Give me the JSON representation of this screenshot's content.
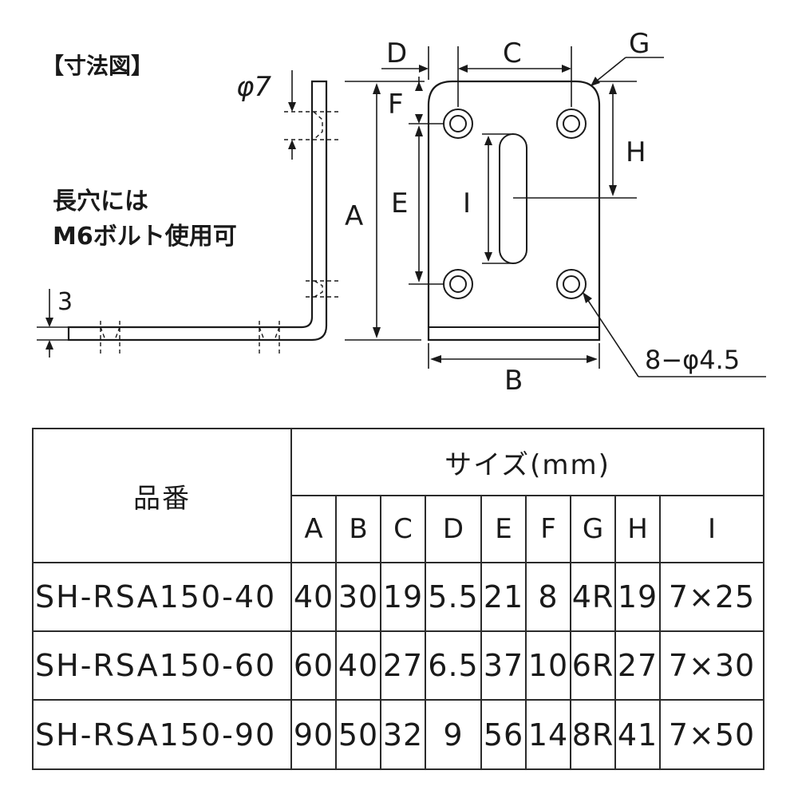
{
  "diagram": {
    "title": "【寸法図】",
    "note_line1": "長穴には",
    "note_line2": "M6ボルト使用可",
    "hole_phi": "φ7",
    "thickness": "3",
    "dims": {
      "A": "A",
      "B": "B",
      "C": "C",
      "D": "D",
      "E": "E",
      "F": "F",
      "G": "G",
      "H": "H",
      "I": "I"
    },
    "holes_label": "8−φ4.5"
  },
  "table": {
    "part_header": "品番",
    "size_header": "サイズ(mm)",
    "columns": [
      "A",
      "B",
      "C",
      "D",
      "E",
      "F",
      "G",
      "H",
      "I"
    ],
    "rows": [
      {
        "part": "SH-RSA150-40",
        "values": [
          "40",
          "30",
          "19",
          "5.5",
          "21",
          "8",
          "4R",
          "19",
          "7×25"
        ]
      },
      {
        "part": "SH-RSA150-60",
        "values": [
          "60",
          "40",
          "27",
          "6.5",
          "37",
          "10",
          "6R",
          "27",
          "7×30"
        ]
      },
      {
        "part": "SH-RSA150-90",
        "values": [
          "90",
          "50",
          "32",
          "9",
          "56",
          "14",
          "8R",
          "41",
          "7×50"
        ]
      }
    ]
  }
}
